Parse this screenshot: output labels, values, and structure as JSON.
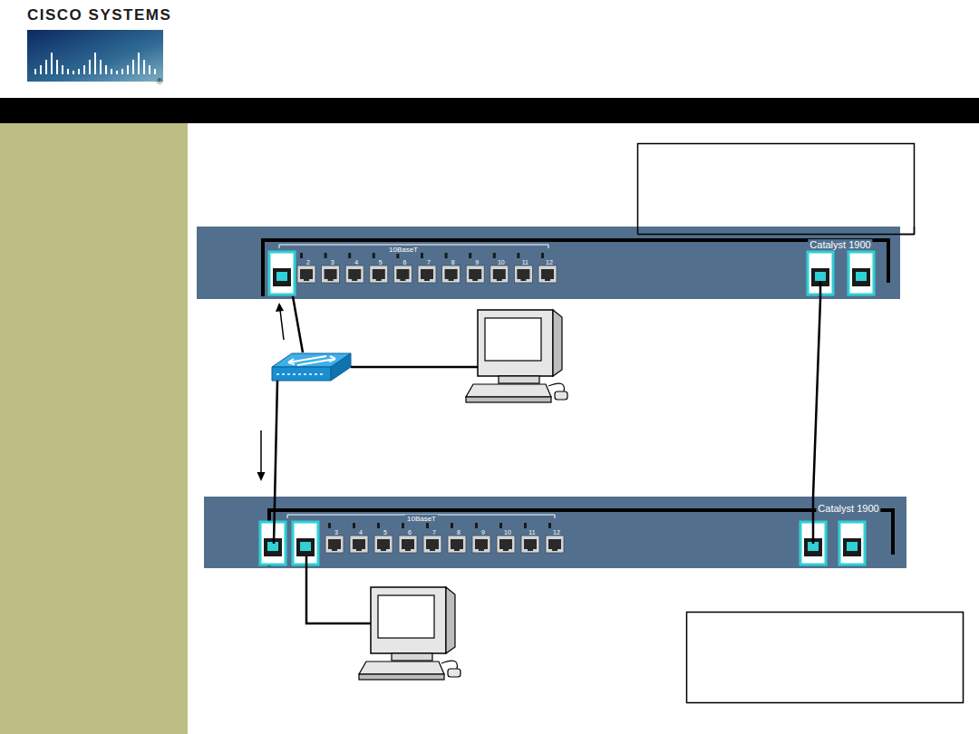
{
  "diagram": {
    "nodes": [
      {
        "text": [
          "10BaseT",
          "Catalyst 1900"
        ]
      },
      {
        "text": [
          "10BaseT",
          "Catalyst 1900"
        ]
      }
    ],
    "edges": [
      {
        "from": 0,
        "to": 1,
        "arrow": "none"
      }
    ],
    "labels": [
      "CISCO SYSTEMS",
      "®",
      "2",
      "3",
      "4",
      "5",
      "6",
      "7",
      "8",
      "9",
      "10",
      "11",
      "12",
      "3",
      "4",
      "5",
      "6",
      "7",
      "8",
      "9",
      "10",
      "11",
      "12"
    ]
  }
}
